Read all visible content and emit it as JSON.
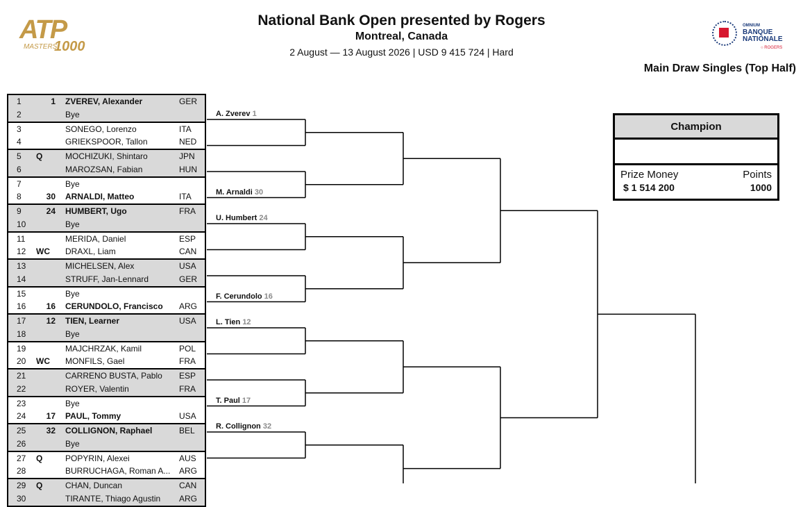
{
  "header": {
    "logo_left": {
      "atp": "ATP",
      "masters": "MASTERS",
      "number": "1000"
    },
    "title": "National Bank Open presented by Rogers",
    "subtitle": "Montreal, Canada",
    "info": "2 August — 13 August 2026 | USD 9 415 724 | Hard",
    "logo_right": {
      "line1": "OMNIUM",
      "line2": "BANQUE",
      "line3": "NATIONALE",
      "line4": "○ ROGERS"
    },
    "draw_title": "Main Draw Singles (Top Half)"
  },
  "colors": {
    "shade": "#d9d9d9",
    "seed_grey": "#8a8a8a",
    "gold": "#c49a48",
    "navy": "#1a3a7a",
    "red": "#d7172f"
  },
  "players": [
    {
      "pos": "1",
      "seed": "1",
      "entry": "",
      "name": "ZVEREV, Alexander",
      "nat": "GER",
      "bold": true
    },
    {
      "pos": "2",
      "seed": "",
      "entry": "",
      "name": "Bye",
      "nat": "",
      "bold": false
    },
    {
      "pos": "3",
      "seed": "",
      "entry": "",
      "name": "SONEGO, Lorenzo",
      "nat": "ITA",
      "bold": false
    },
    {
      "pos": "4",
      "seed": "",
      "entry": "",
      "name": "GRIEKSPOOR, Tallon",
      "nat": "NED",
      "bold": false
    },
    {
      "pos": "5",
      "seed": "",
      "entry": "Q",
      "name": "MOCHIZUKI, Shintaro",
      "nat": "JPN",
      "bold": false
    },
    {
      "pos": "6",
      "seed": "",
      "entry": "",
      "name": "MAROZSAN, Fabian",
      "nat": "HUN",
      "bold": false
    },
    {
      "pos": "7",
      "seed": "",
      "entry": "",
      "name": "Bye",
      "nat": "",
      "bold": false
    },
    {
      "pos": "8",
      "seed": "30",
      "entry": "",
      "name": "ARNALDI, Matteo",
      "nat": "ITA",
      "bold": true
    },
    {
      "pos": "9",
      "seed": "24",
      "entry": "",
      "name": "HUMBERT, Ugo",
      "nat": "FRA",
      "bold": true
    },
    {
      "pos": "10",
      "seed": "",
      "entry": "",
      "name": "Bye",
      "nat": "",
      "bold": false
    },
    {
      "pos": "11",
      "seed": "",
      "entry": "",
      "name": "MERIDA, Daniel",
      "nat": "ESP",
      "bold": false
    },
    {
      "pos": "12",
      "seed": "",
      "entry": "WC",
      "name": "DRAXL, Liam",
      "nat": "CAN",
      "bold": false
    },
    {
      "pos": "13",
      "seed": "",
      "entry": "",
      "name": "MICHELSEN, Alex",
      "nat": "USA",
      "bold": false
    },
    {
      "pos": "14",
      "seed": "",
      "entry": "",
      "name": "STRUFF, Jan-Lennard",
      "nat": "GER",
      "bold": false
    },
    {
      "pos": "15",
      "seed": "",
      "entry": "",
      "name": "Bye",
      "nat": "",
      "bold": false
    },
    {
      "pos": "16",
      "seed": "16",
      "entry": "",
      "name": "CERUNDOLO, Francisco",
      "nat": "ARG",
      "bold": true
    },
    {
      "pos": "17",
      "seed": "12",
      "entry": "",
      "name": "TIEN, Learner",
      "nat": "USA",
      "bold": true
    },
    {
      "pos": "18",
      "seed": "",
      "entry": "",
      "name": "Bye",
      "nat": "",
      "bold": false
    },
    {
      "pos": "19",
      "seed": "",
      "entry": "",
      "name": "MAJCHRZAK, Kamil",
      "nat": "POL",
      "bold": false
    },
    {
      "pos": "20",
      "seed": "",
      "entry": "WC",
      "name": "MONFILS, Gael",
      "nat": "FRA",
      "bold": false
    },
    {
      "pos": "21",
      "seed": "",
      "entry": "",
      "name": "CARRENO BUSTA, Pablo",
      "nat": "ESP",
      "bold": false
    },
    {
      "pos": "22",
      "seed": "",
      "entry": "",
      "name": "ROYER, Valentin",
      "nat": "FRA",
      "bold": false
    },
    {
      "pos": "23",
      "seed": "",
      "entry": "",
      "name": "Bye",
      "nat": "",
      "bold": false
    },
    {
      "pos": "24",
      "seed": "17",
      "entry": "",
      "name": "PAUL, Tommy",
      "nat": "USA",
      "bold": true
    },
    {
      "pos": "25",
      "seed": "32",
      "entry": "",
      "name": "COLLIGNON, Raphael",
      "nat": "BEL",
      "bold": true
    },
    {
      "pos": "26",
      "seed": "",
      "entry": "",
      "name": "Bye",
      "nat": "",
      "bold": false
    },
    {
      "pos": "27",
      "seed": "",
      "entry": "Q",
      "name": "POPYRIN, Alexei",
      "nat": "AUS",
      "bold": false
    },
    {
      "pos": "28",
      "seed": "",
      "entry": "",
      "name": "BURRUCHAGA, Roman A...",
      "nat": "ARG",
      "bold": false
    },
    {
      "pos": "29",
      "seed": "",
      "entry": "Q",
      "name": "CHAN, Duncan",
      "nat": "CAN",
      "bold": false
    },
    {
      "pos": "30",
      "seed": "",
      "entry": "",
      "name": "TIRANTE, Thiago Agustin",
      "nat": "ARG",
      "bold": false
    }
  ],
  "second_round": [
    {
      "name": "A. Zverev",
      "seed": "1"
    },
    {
      "name": "",
      "seed": ""
    },
    {
      "name": "",
      "seed": ""
    },
    {
      "name": "M. Arnaldi",
      "seed": "30"
    },
    {
      "name": "U. Humbert",
      "seed": "24"
    },
    {
      "name": "",
      "seed": ""
    },
    {
      "name": "",
      "seed": ""
    },
    {
      "name": "F. Cerundolo",
      "seed": "16"
    },
    {
      "name": "L. Tien",
      "seed": "12"
    },
    {
      "name": "",
      "seed": ""
    },
    {
      "name": "",
      "seed": ""
    },
    {
      "name": "T. Paul",
      "seed": "17"
    },
    {
      "name": "R. Collignon",
      "seed": "32"
    },
    {
      "name": "",
      "seed": ""
    },
    {
      "name": "",
      "seed": ""
    }
  ],
  "champion": {
    "label": "Champion",
    "prize_label": "Prize Money",
    "prize_value": "$ 1 514 200",
    "points_label": "Points",
    "points_value": "1000"
  }
}
